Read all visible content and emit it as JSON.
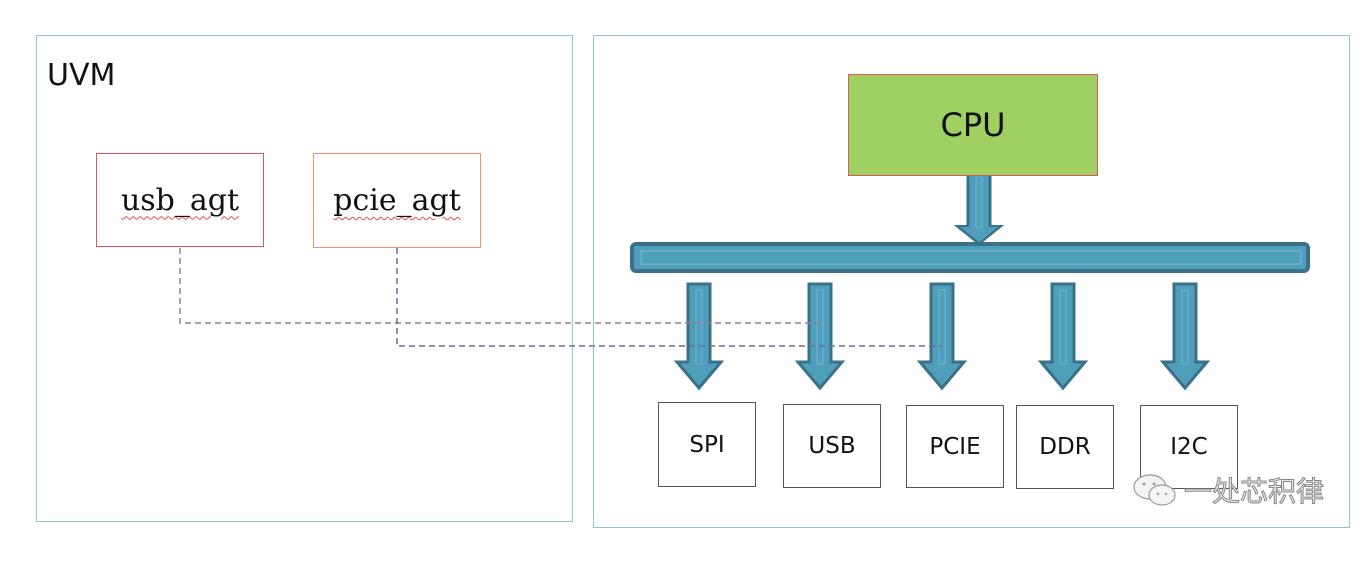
{
  "uvm": {
    "title": "UVM",
    "agents": [
      {
        "id": "usb_agt",
        "label": "usb_agt"
      },
      {
        "id": "pcie_agt",
        "label": "pcie_agt"
      }
    ]
  },
  "soc": {
    "cpu": {
      "label": "CPU"
    },
    "peripherals": [
      {
        "id": "spi",
        "label": "SPI"
      },
      {
        "id": "usb",
        "label": "USB"
      },
      {
        "id": "pcie",
        "label": "PCIE"
      },
      {
        "id": "ddr",
        "label": "DDR"
      },
      {
        "id": "i2c",
        "label": "I2C"
      }
    ]
  },
  "connections": [
    {
      "from": "usb_agt",
      "to": "USB",
      "style": "dashed",
      "color": "#9b7f8a"
    },
    {
      "from": "pcie_agt",
      "to": "PCIE",
      "style": "dashed",
      "color": "#6a6f98"
    }
  ],
  "colors": {
    "panel_border": "#8fc6d3",
    "cpu_fill": "#a0cf62",
    "bus_fill": "#4f9fbc",
    "bus_border": "#3a7189"
  },
  "watermark": {
    "text": "一处芯积律",
    "icon": "wechat-icon"
  }
}
